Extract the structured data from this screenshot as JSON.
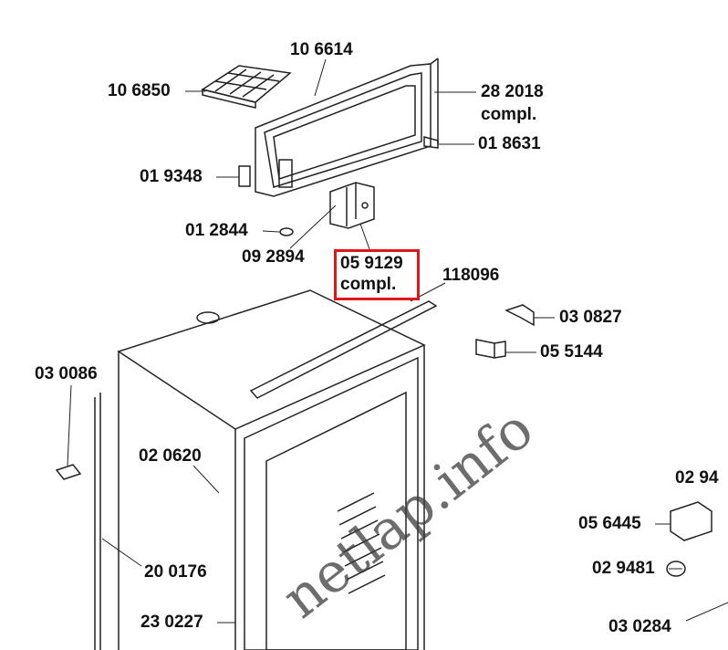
{
  "parts": [
    {
      "id": "p1",
      "label": "10 6614"
    },
    {
      "id": "p2",
      "label": "10 6850"
    },
    {
      "id": "p3",
      "label": "28 2018"
    },
    {
      "id": "p4",
      "label": "compl."
    },
    {
      "id": "p5",
      "label": "01 8631"
    },
    {
      "id": "p6",
      "label": "01 9348"
    },
    {
      "id": "p7",
      "label": "01 2844"
    },
    {
      "id": "p8",
      "label": "09 2894"
    },
    {
      "id": "p9",
      "label": "05 9129"
    },
    {
      "id": "p10",
      "label": "compl."
    },
    {
      "id": "p11",
      "label": "118096"
    },
    {
      "id": "p12",
      "label": "03 0827"
    },
    {
      "id": "p13",
      "label": "05 5144"
    },
    {
      "id": "p14",
      "label": "03 0086"
    },
    {
      "id": "p15",
      "label": "02 0620"
    },
    {
      "id": "p16",
      "label": "02 94"
    },
    {
      "id": "p17",
      "label": "05 6445"
    },
    {
      "id": "p18",
      "label": "02 9481"
    },
    {
      "id": "p19",
      "label": "20 0176"
    },
    {
      "id": "p20",
      "label": "23 0227"
    },
    {
      "id": "p21",
      "label": "03 0284"
    }
  ],
  "highlight_color": "#e0161b",
  "watermark": "netlap.info"
}
